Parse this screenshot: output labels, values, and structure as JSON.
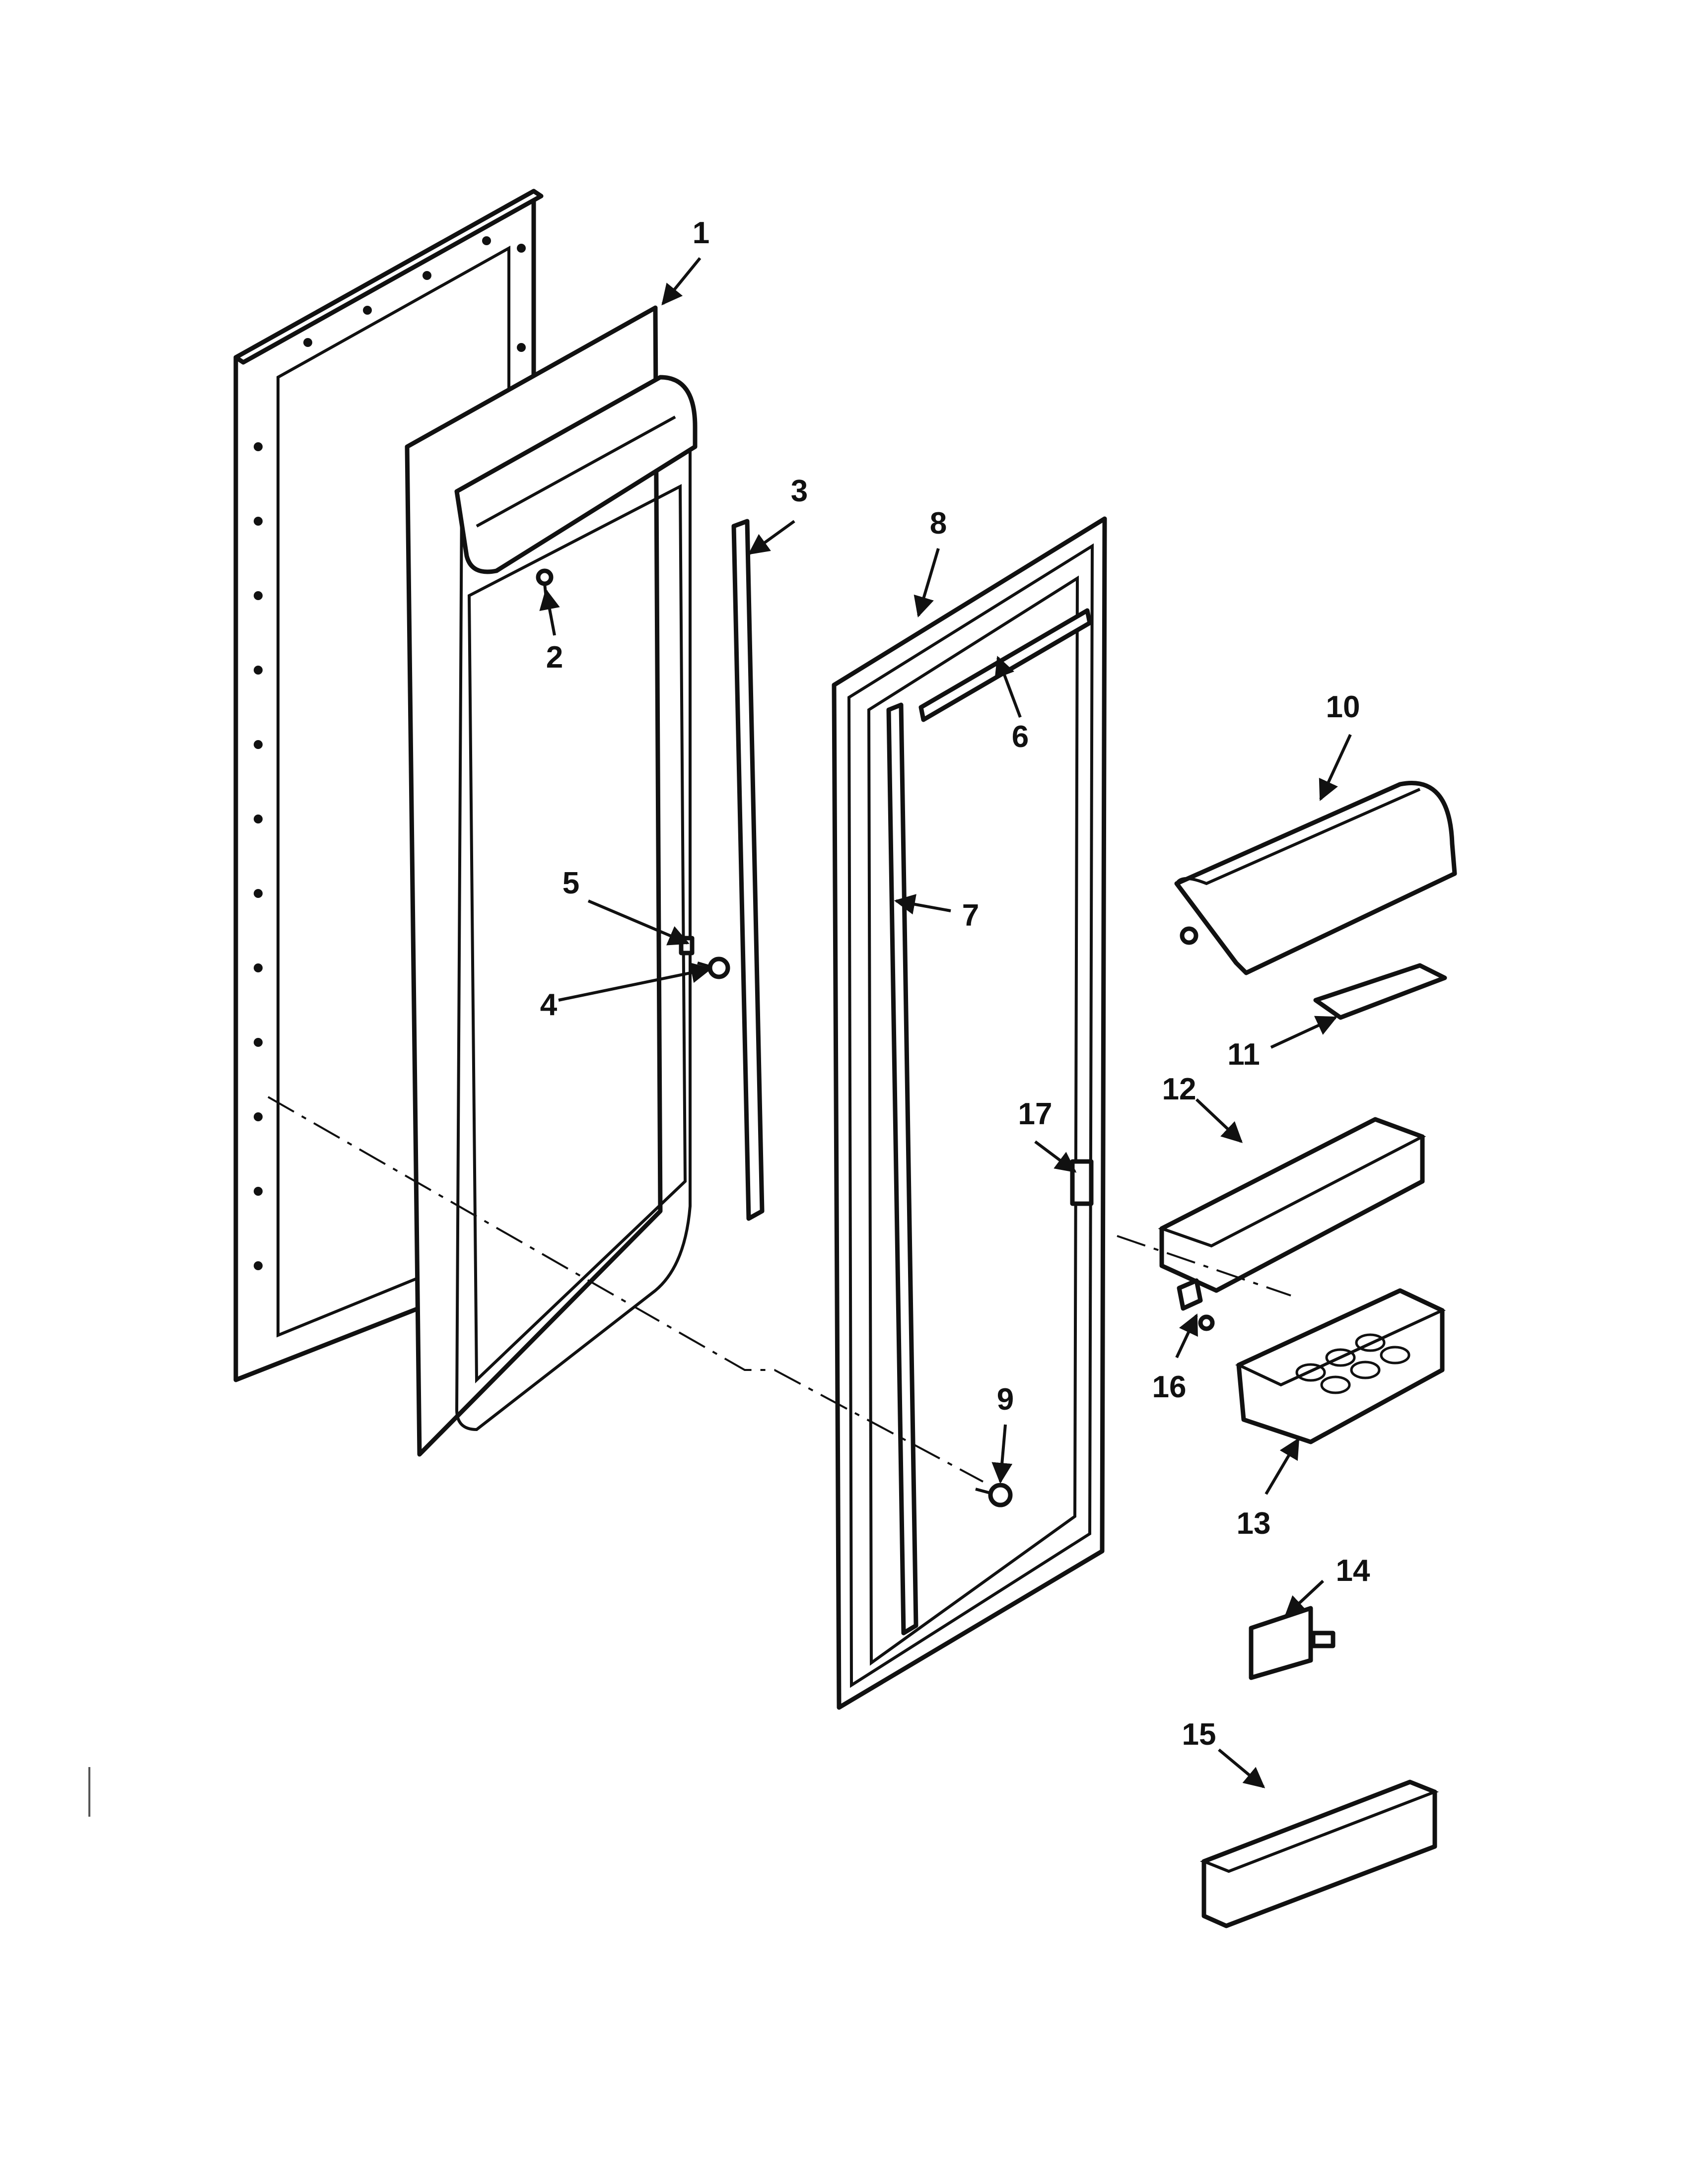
{
  "diagram": {
    "callouts": [
      {
        "id": "1",
        "label": "1"
      },
      {
        "id": "2",
        "label": "2"
      },
      {
        "id": "3",
        "label": "3"
      },
      {
        "id": "4",
        "label": "4"
      },
      {
        "id": "5",
        "label": "5"
      },
      {
        "id": "6",
        "label": "6"
      },
      {
        "id": "7",
        "label": "7"
      },
      {
        "id": "8",
        "label": "8"
      },
      {
        "id": "9",
        "label": "9"
      },
      {
        "id": "10",
        "label": "10"
      },
      {
        "id": "11",
        "label": "11"
      },
      {
        "id": "12",
        "label": "12"
      },
      {
        "id": "13",
        "label": "13"
      },
      {
        "id": "14",
        "label": "14"
      },
      {
        "id": "15",
        "label": "15"
      },
      {
        "id": "16",
        "label": "16"
      },
      {
        "id": "17",
        "label": "17"
      }
    ],
    "colors": {
      "ink": "#111111",
      "paper": "#ffffff"
    }
  }
}
